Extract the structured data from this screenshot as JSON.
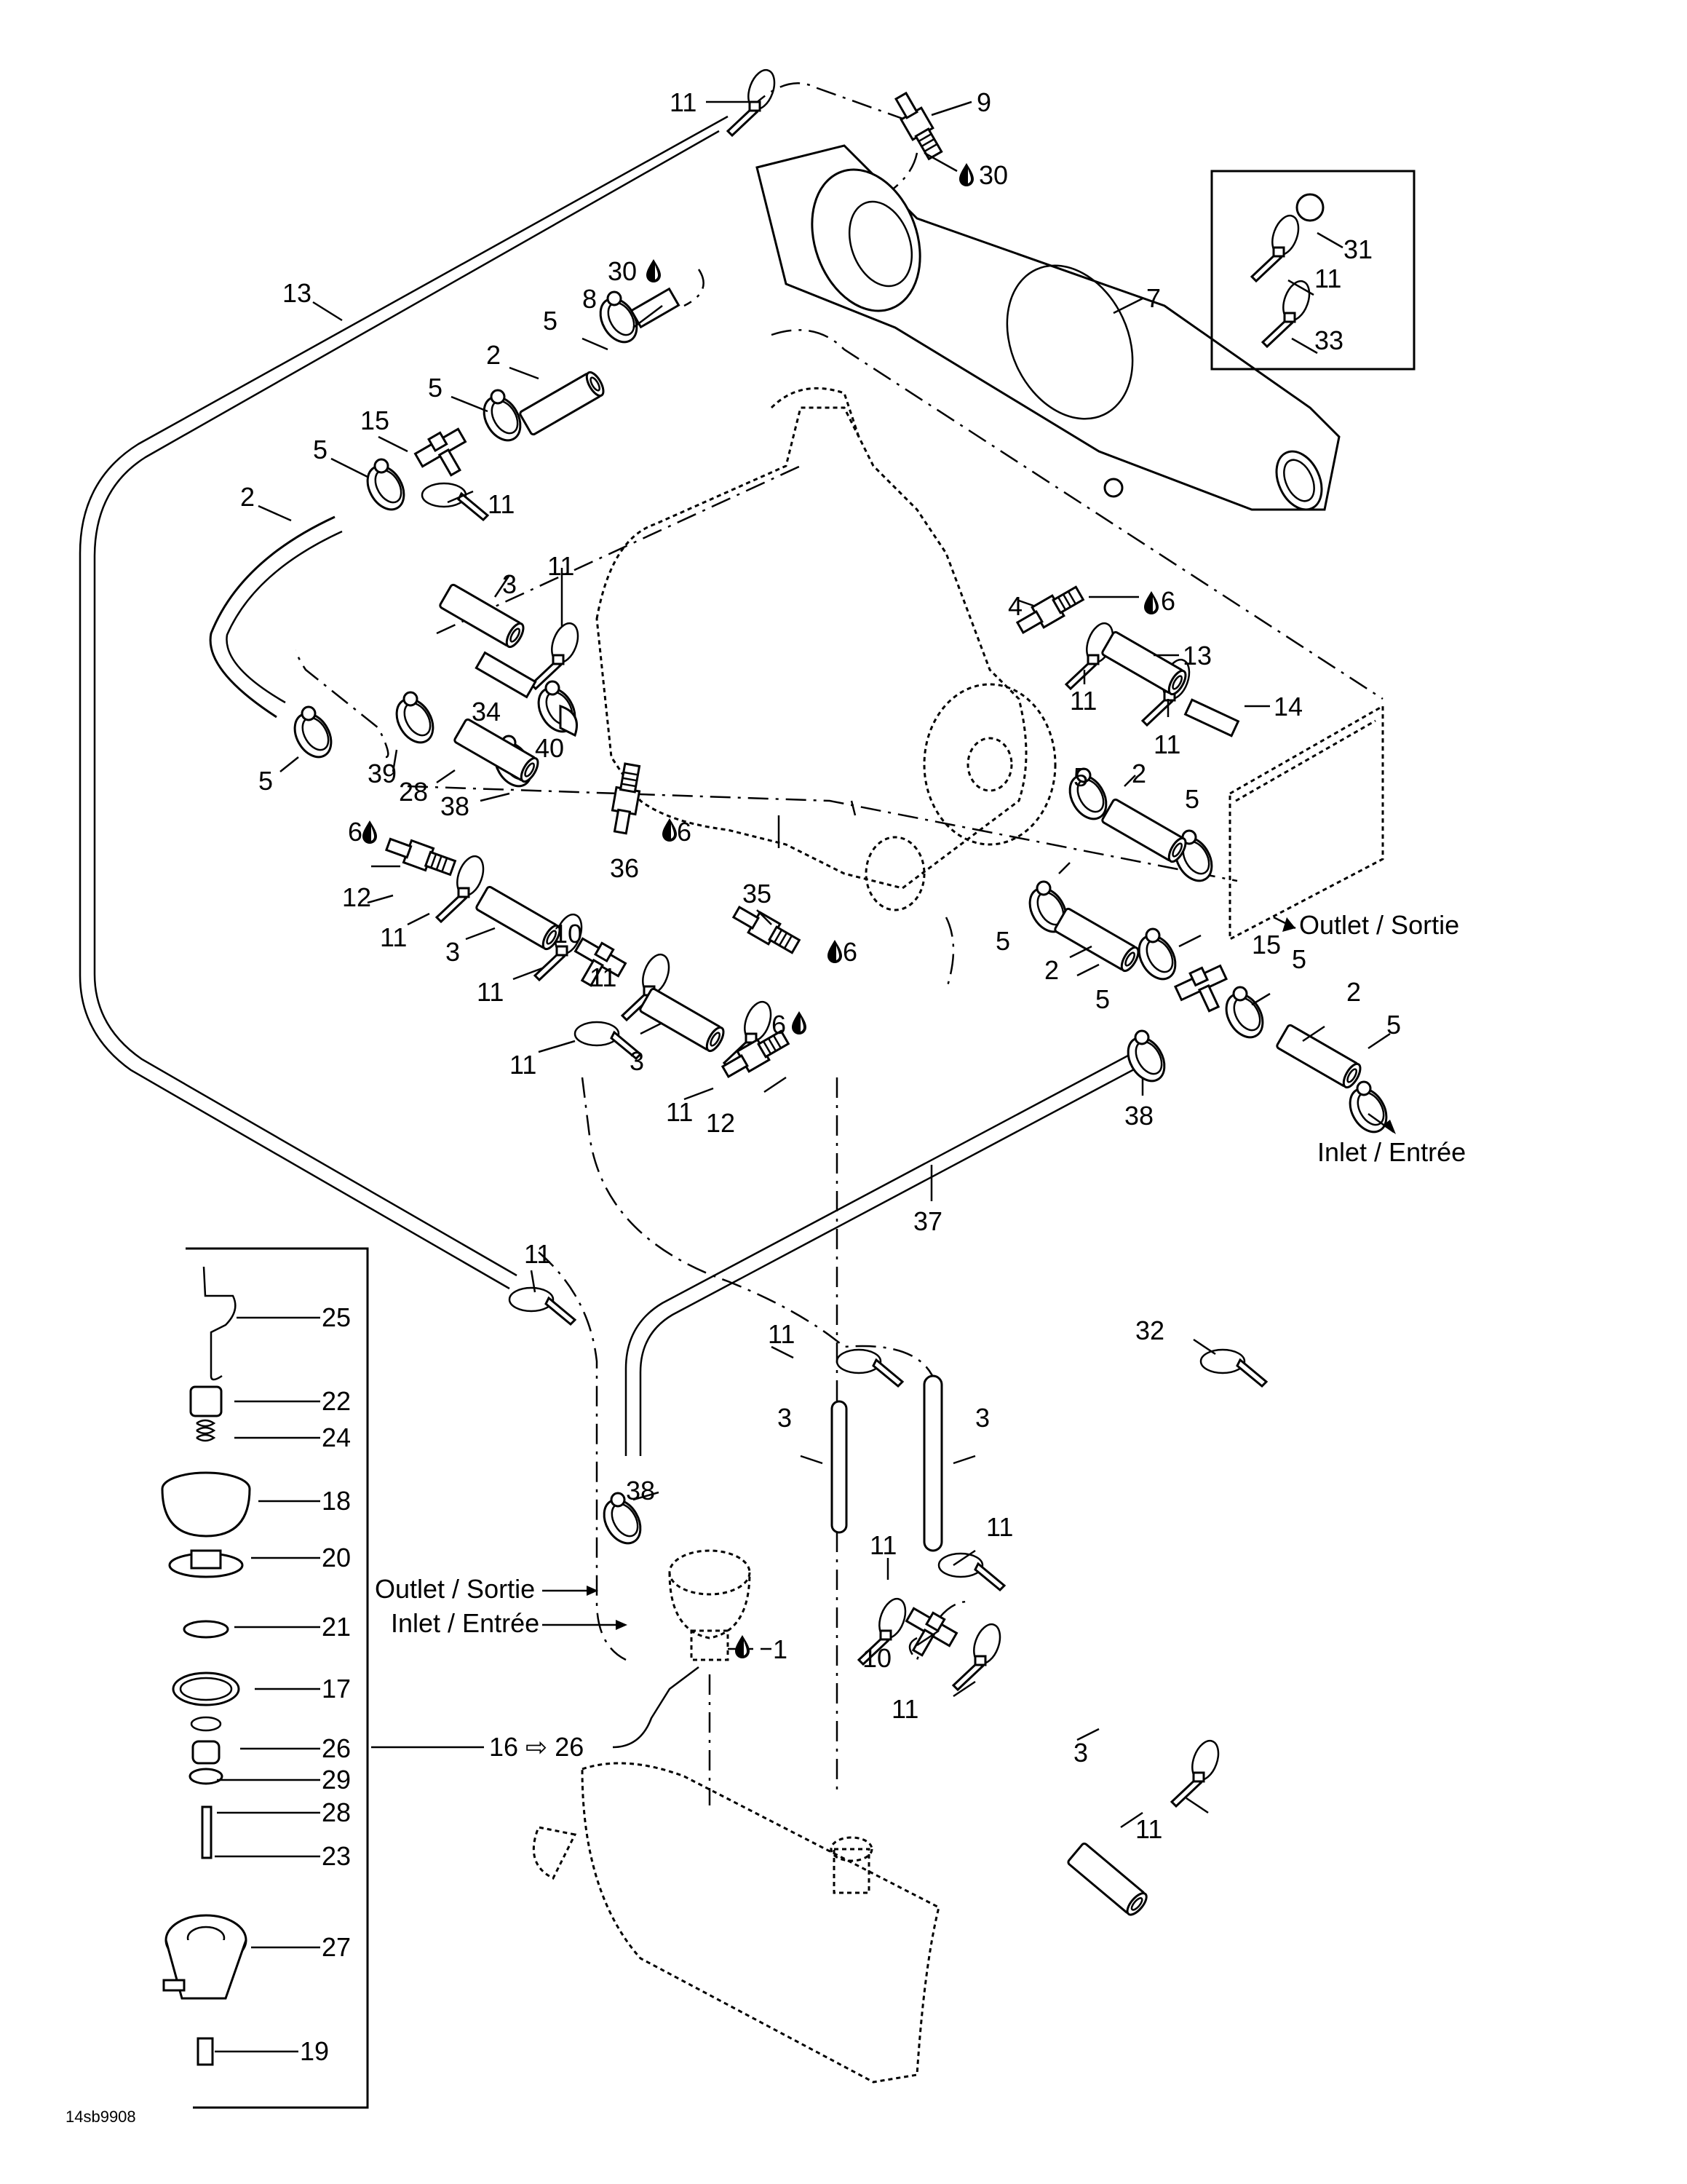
{
  "diagram": {
    "title": "Exploded parts diagram — cooling / water system",
    "drawing_code": "14sb9908",
    "flow_labels": {
      "outlet": "Outlet / Sortie",
      "inlet": "Inlet / Entrée"
    },
    "sub_assembly_callout": "16 ⇨ 26",
    "sealant_icon": "drop-icon",
    "callouts": {
      "c1": "1",
      "c2": "2",
      "c3": "3",
      "c4": "4",
      "c5": "5",
      "c6": "6",
      "c7": "7",
      "c8": "8",
      "c9": "9",
      "c10": "10",
      "c11": "11",
      "c12": "12",
      "c13": "13",
      "c14": "14",
      "c15": "15",
      "c17": "17",
      "c18": "18",
      "c19": "19",
      "c20": "20",
      "c21": "21",
      "c22": "22",
      "c23": "23",
      "c24": "24",
      "c25": "25",
      "c26": "26",
      "c27": "27",
      "c28": "28",
      "c29": "29",
      "c30": "30",
      "c31": "31",
      "c32": "32",
      "c33": "33",
      "c34": "34",
      "c35": "35",
      "c36": "36",
      "c37": "37",
      "c38": "38",
      "c39": "39",
      "c40": "40"
    },
    "inset_box_items": [
      "31",
      "11",
      "33"
    ],
    "valve_stack_items": [
      "25",
      "22",
      "24",
      "18",
      "20",
      "21",
      "17",
      "26",
      "29",
      "28",
      "23",
      "27",
      "19"
    ]
  }
}
